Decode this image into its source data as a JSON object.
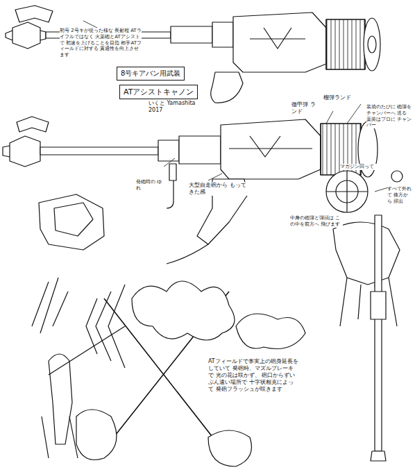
{
  "diagram": {
    "nodes": [
      {
        "text": [
          "8号キアバン用武装"
        ]
      },
      {
        "text": [
          "ATアシストキャノン"
        ]
      }
    ],
    "labels": [
      "初号 2号キが使った様な 長射程 ATライフルではなく 火薬砲とATアシストで 初速を上げることを目指 相手ATフィールドに対する 貫通性を向上させます",
      "いくと Yamashita 2017",
      "徹甲弾 ランド",
      "榴弾ランド",
      "装填のたびに 砲弾をチャンバーへ 送る 薬莢はプロに チャンバー",
      "マガジン回って",
      "発砲時の ゆれ",
      "大型自走砲から もってきた感",
      "中身の砲弾と弾頭は この中を前方へ 飛びます",
      "すべて外れて 後方から 排出",
      "ATフィールドで事実上の砲身延長をしていて 発砲時、マズルブレーキで 光の花は咲かず、 砲口からずいぶん遠い場所で 十字状相克によって 発砲フラッシュが咲きます"
    ]
  }
}
